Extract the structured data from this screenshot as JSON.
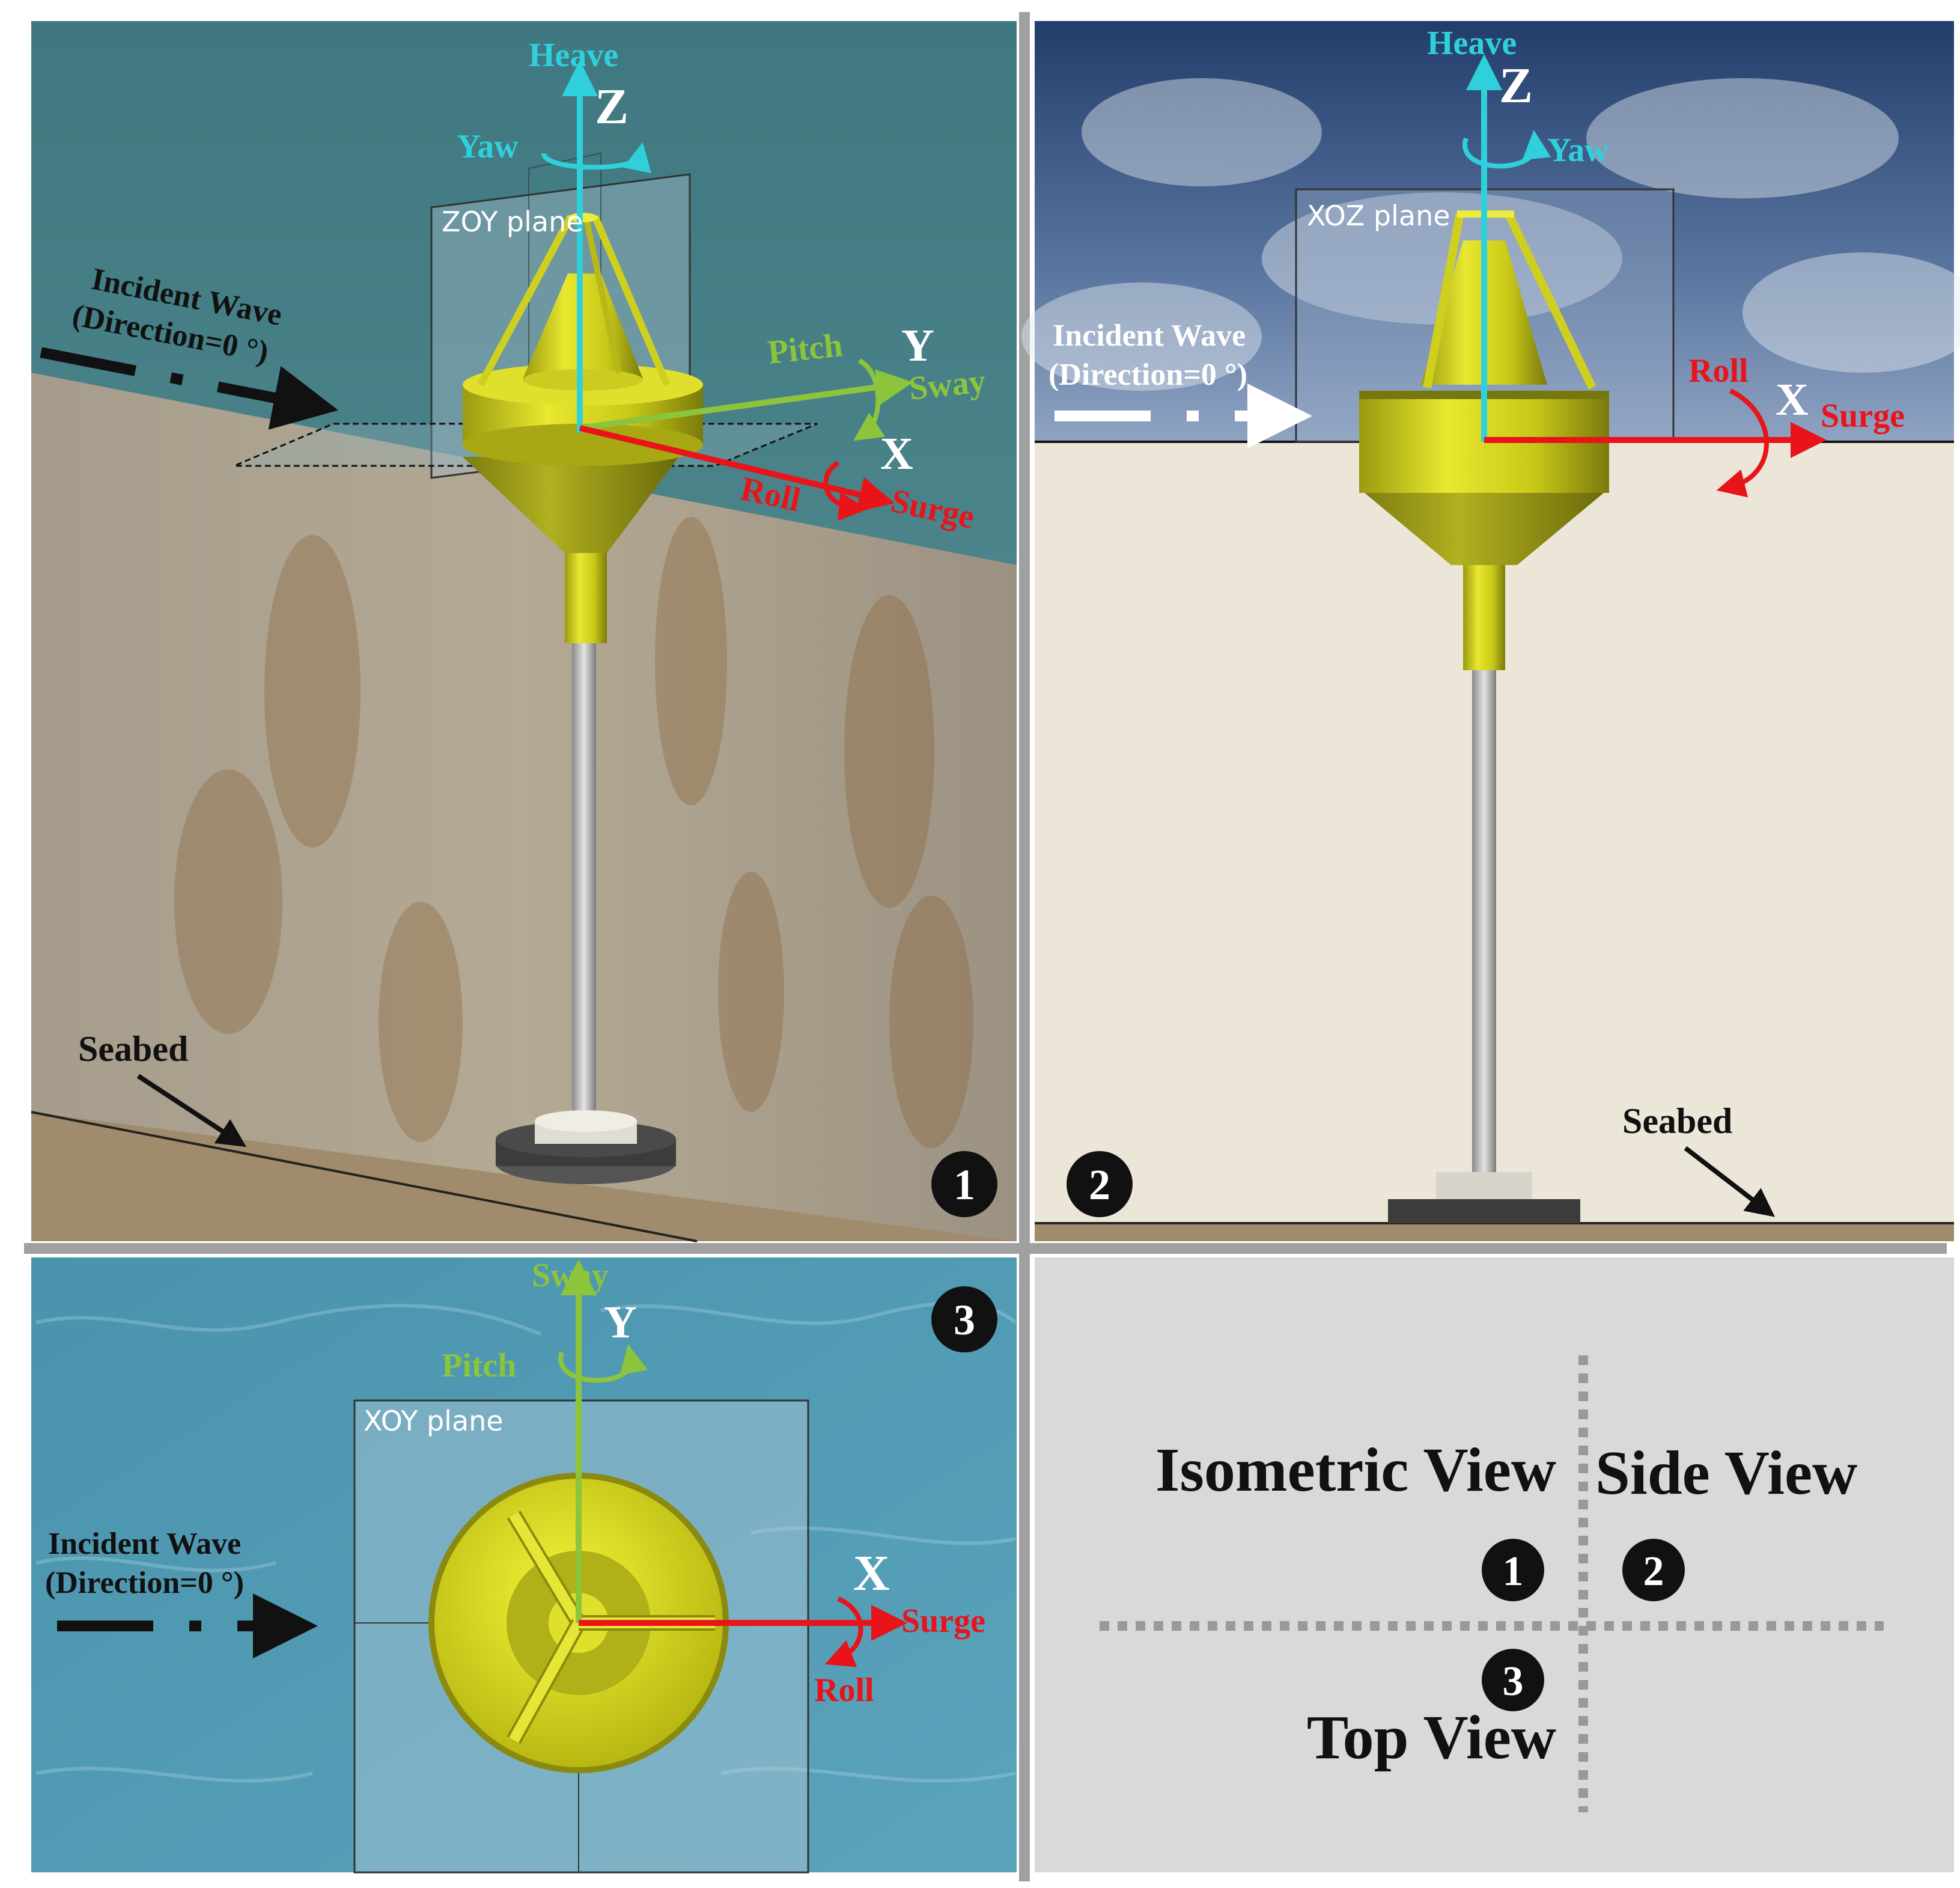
{
  "colors": {
    "heave_yaw": "#2fd0dc",
    "sway_pitch": "#8cc43c",
    "surge_roll": "#e8141a",
    "buoy": "#d4d414",
    "water_iso": "#4a7f86",
    "sky_side": "#2c4a78",
    "water_top": "#4f9bb5",
    "legend_bg": "#d9d9d9"
  },
  "panels": {
    "isometric": {
      "badge": "1",
      "axes": {
        "z": "Z",
        "heave": "Heave",
        "yaw": "Yaw",
        "y": "Y",
        "sway": "Sway",
        "pitch": "Pitch",
        "x": "X",
        "surge": "Surge",
        "roll": "Roll"
      },
      "plane": "ZOY plane",
      "wave_line1": "Incident Wave",
      "wave_line2": "(Direction=0 °)",
      "seabed": "Seabed"
    },
    "side": {
      "badge": "2",
      "axes": {
        "z": "Z",
        "heave": "Heave",
        "yaw": "Yaw",
        "x": "X",
        "surge": "Surge",
        "roll": "Roll"
      },
      "plane": "XOZ plane",
      "wave_line1": "Incident Wave",
      "wave_line2": "(Direction=0 °)",
      "seabed": "Seabed"
    },
    "top": {
      "badge": "3",
      "axes": {
        "y": "Y",
        "sway": "Sway",
        "pitch": "Pitch",
        "x": "X",
        "surge": "Surge",
        "roll": "Roll"
      },
      "plane": "XOY plane",
      "wave_line1": "Incident Wave",
      "wave_line2": "(Direction=0 °)"
    }
  },
  "legend": {
    "isometric": "Isometric View",
    "side": "Side View",
    "top": "Top View",
    "badge1": "1",
    "badge2": "2",
    "badge3": "3"
  }
}
